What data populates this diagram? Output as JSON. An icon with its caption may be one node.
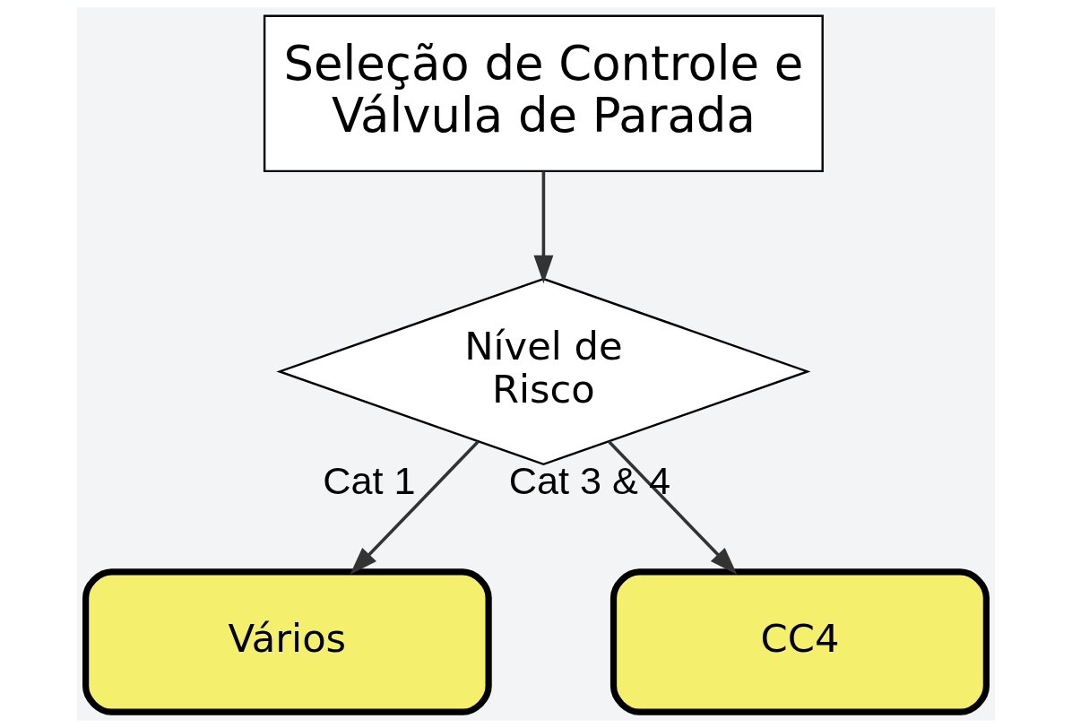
{
  "diagram": {
    "nodes": [
      {
        "text": [
          "Seleção de Controle e Válvula de Parada"
        ]
      },
      {
        "text": [
          "Nível de Risco"
        ]
      },
      {
        "text": [
          "Vários"
        ]
      },
      {
        "text": [
          "CC4"
        ]
      }
    ],
    "edges": [
      {
        "from": 0,
        "to": 1,
        "arrow": "to"
      },
      {
        "from": 1,
        "to": 2,
        "arrow": "to",
        "label": "Cat 1"
      },
      {
        "from": 1,
        "to": 3,
        "arrow": "to",
        "label": "Cat 3 & 4"
      }
    ]
  }
}
